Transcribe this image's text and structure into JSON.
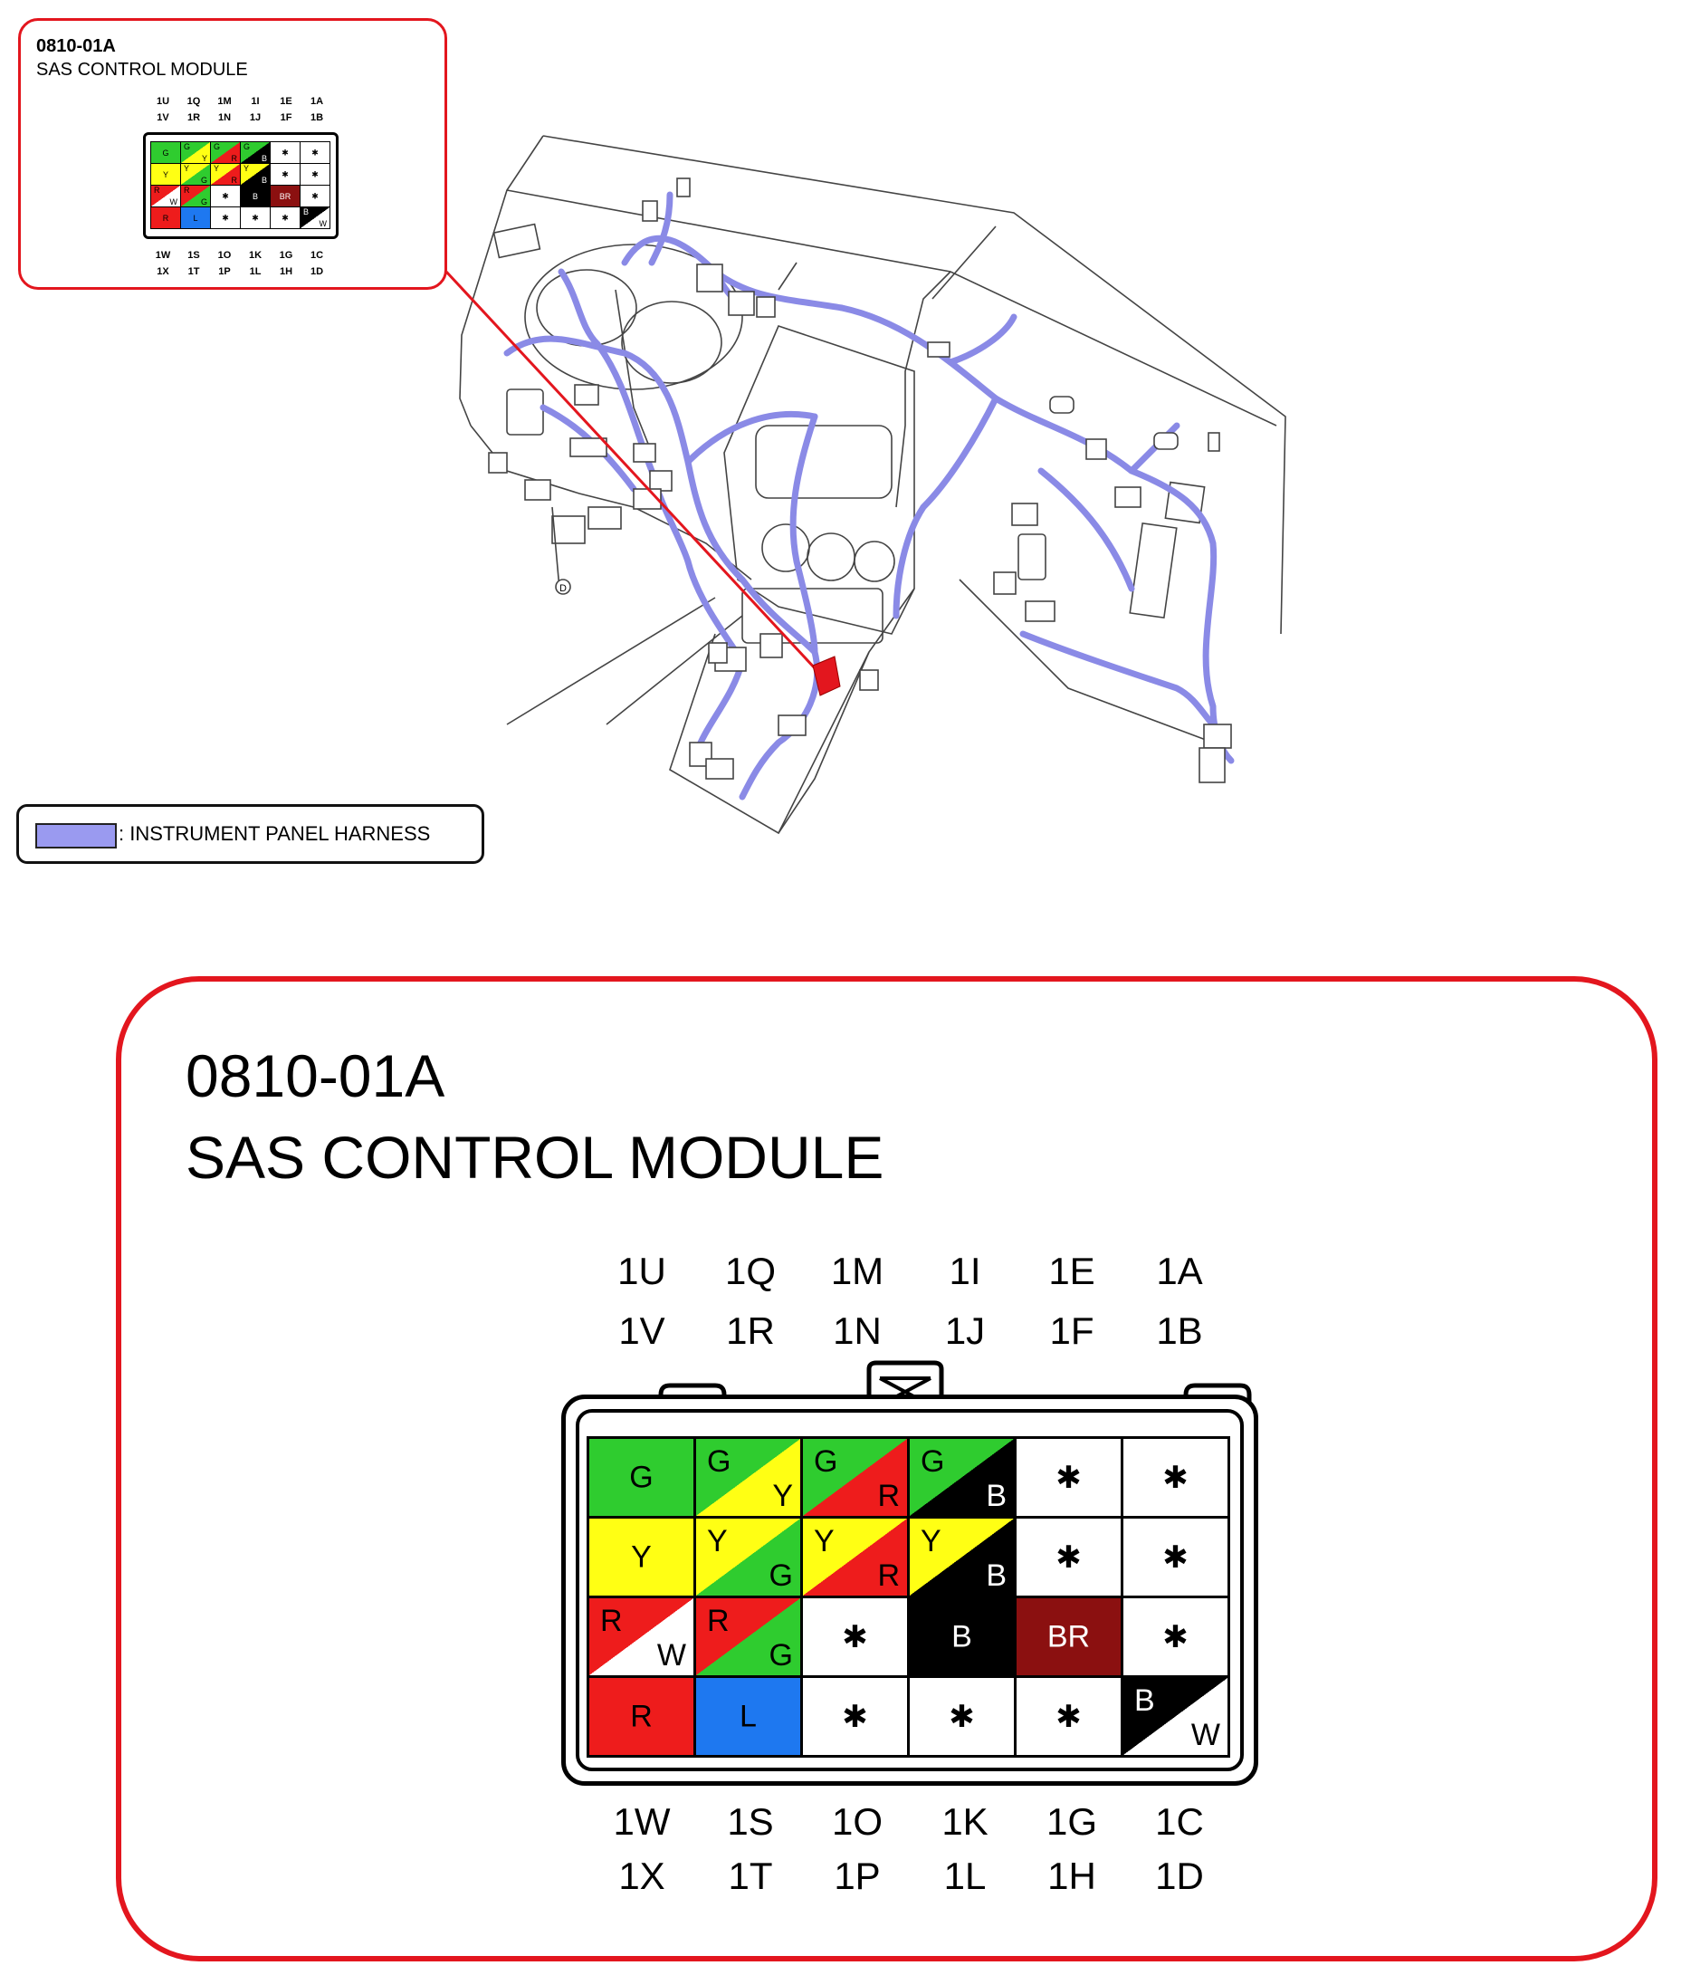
{
  "small_callout": {
    "code": "0810-01A",
    "name": "SAS CONTROL MODULE",
    "top_pins_row1": [
      "1U",
      "1Q",
      "1M",
      "1I",
      "1E",
      "1A"
    ],
    "top_pins_row2": [
      "1V",
      "1R",
      "1N",
      "1J",
      "1F",
      "1B"
    ],
    "bottom_pins_row1": [
      "1W",
      "1S",
      "1O",
      "1K",
      "1G",
      "1C"
    ],
    "bottom_pins_row2": [
      "1X",
      "1T",
      "1P",
      "1L",
      "1H",
      "1D"
    ]
  },
  "legend": {
    "label": ": INSTRUMENT PANEL HARNESS",
    "color": "#9a9af0"
  },
  "diagram": {
    "harness_color": "#8a8ae6",
    "connector_marker": "D",
    "highlight_color": "#e3161e"
  },
  "big_callout": {
    "code": "0810-01A",
    "name": "SAS CONTROL MODULE",
    "top_pins_row1": [
      "1U",
      "1Q",
      "1M",
      "1I",
      "1E",
      "1A"
    ],
    "top_pins_row2": [
      "1V",
      "1R",
      "1N",
      "1J",
      "1F",
      "1B"
    ],
    "bottom_pins_row1": [
      "1W",
      "1S",
      "1O",
      "1K",
      "1G",
      "1C"
    ],
    "bottom_pins_row2": [
      "1X",
      "1T",
      "1P",
      "1L",
      "1H",
      "1D"
    ]
  },
  "colors": {
    "G": "#2fcc2f",
    "Y": "#ffff14",
    "R": "#ee1c1c",
    "B": "#000000",
    "W": "#ffffff",
    "L": "#1e78f0",
    "BR": "#8b1010"
  },
  "connector_cells": [
    [
      {
        "a": "G"
      },
      {
        "a": "G",
        "b": "Y"
      },
      {
        "a": "G",
        "b": "R"
      },
      {
        "a": "G",
        "b": "B"
      },
      {
        "a": "*"
      },
      {
        "a": "*"
      }
    ],
    [
      {
        "a": "Y"
      },
      {
        "a": "Y",
        "b": "G"
      },
      {
        "a": "Y",
        "b": "R"
      },
      {
        "a": "Y",
        "b": "B"
      },
      {
        "a": "*"
      },
      {
        "a": "*"
      }
    ],
    [
      {
        "a": "R",
        "b": "W"
      },
      {
        "a": "R",
        "b": "G"
      },
      {
        "a": "*"
      },
      {
        "a": "B"
      },
      {
        "a": "BR"
      },
      {
        "a": "*"
      }
    ],
    [
      {
        "a": "R"
      },
      {
        "a": "L"
      },
      {
        "a": "*"
      },
      {
        "a": "*"
      },
      {
        "a": "*"
      },
      {
        "a": "B",
        "b": "W"
      }
    ]
  ],
  "empty_pin_symbol": "✱"
}
